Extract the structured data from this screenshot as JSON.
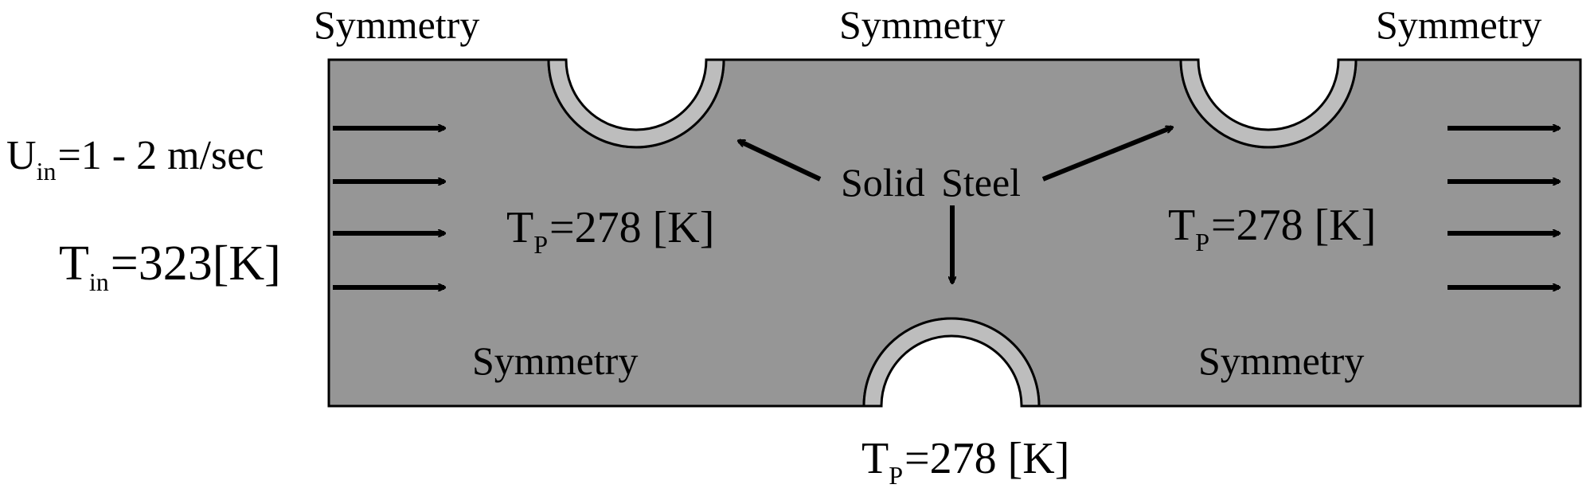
{
  "labels": {
    "top_left": "Symmetry",
    "top_center": "Symmetry",
    "top_right": "Symmetry",
    "bottom_left": "Symmetry",
    "bottom_right": "Symmetry",
    "solid": "Solid Steel",
    "inlet_velocity": {
      "symbol": "U",
      "subscript": "in",
      "value": "=1 - 2 m/sec"
    },
    "inlet_temperature": {
      "symbol": "T",
      "subscript": "in",
      "value": "=323[K]"
    },
    "pipe_temp": {
      "symbol": "T",
      "subscript": "P",
      "value": "=278 [K]"
    }
  },
  "colors": {
    "fluid": "#969696",
    "steel": "#bdbdbd",
    "outline": "#000000"
  }
}
